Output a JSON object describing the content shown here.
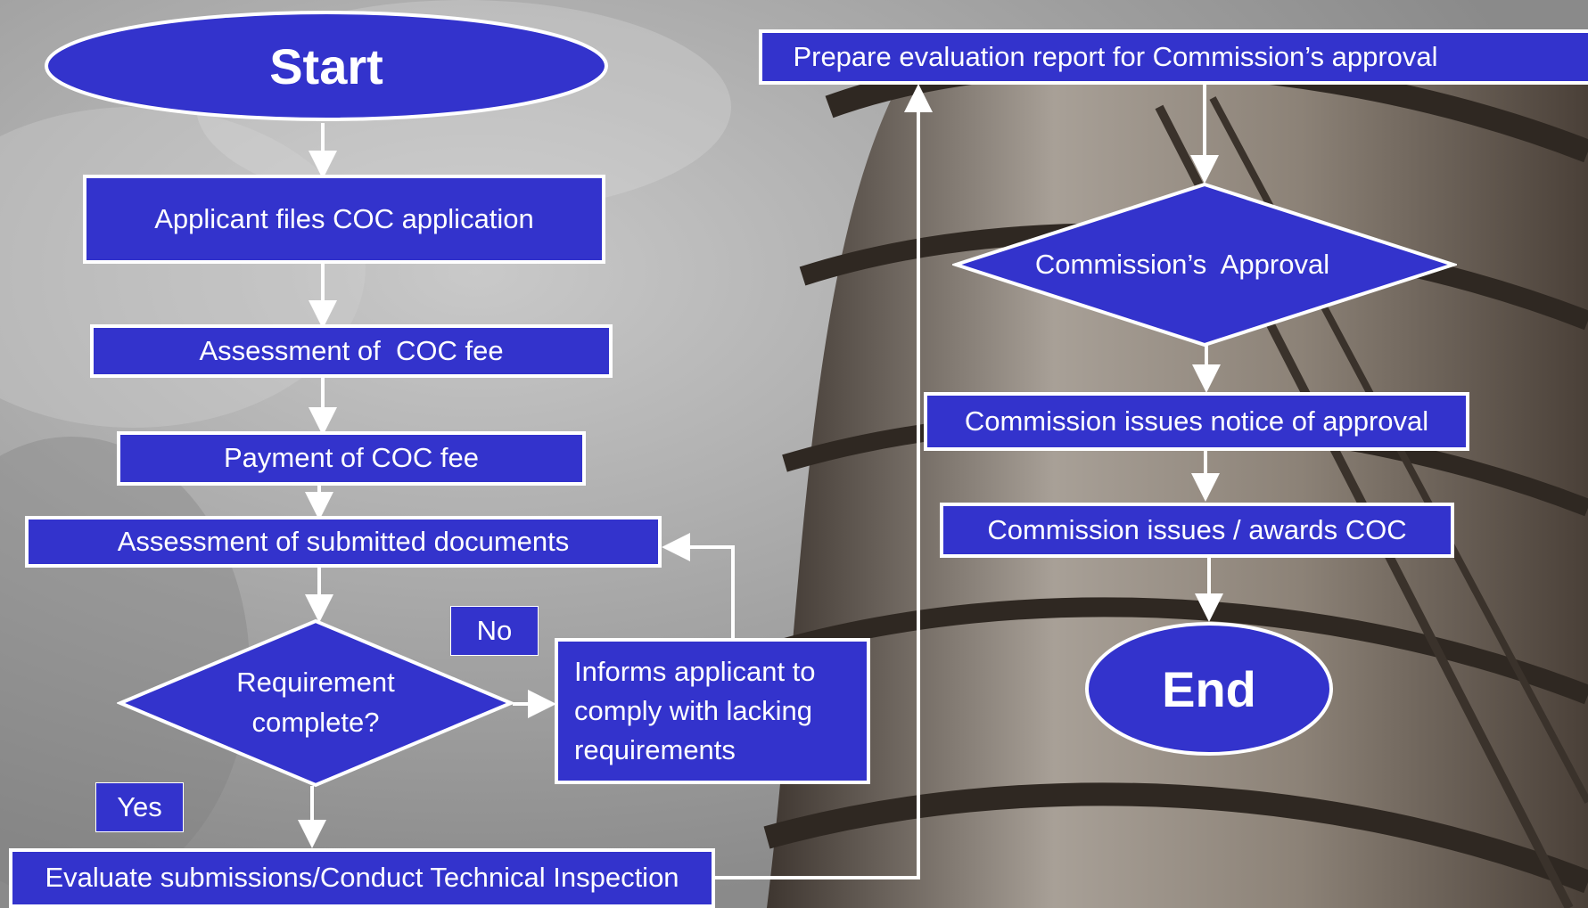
{
  "nodes": {
    "start": "Start",
    "file_application": "Applicant files COC application",
    "assess_fee": "Assessment of  COC fee",
    "pay_fee": "Payment of COC fee",
    "assess_documents": "Assessment of submitted documents",
    "requirement_check_line1": "Requirement",
    "requirement_check_line2": "complete?",
    "inform_applicant": "Informs  applicant to comply with lacking requirements",
    "evaluate": "Evaluate submissions/Conduct Technical Inspection",
    "prepare_report": "Prepare evaluation report for Commission’s approval",
    "commission_approval": "Commission’s  Approval",
    "notice_of_approval": "Commission issues notice of approval",
    "award_coc": "Commission issues / awards COC",
    "end": "End"
  },
  "branch_labels": {
    "no": "No",
    "yes": "Yes"
  },
  "colors": {
    "box_fill": "#3333cc",
    "box_border": "#ffffff",
    "arrow": "#ffffff",
    "text": "#ffffff"
  }
}
